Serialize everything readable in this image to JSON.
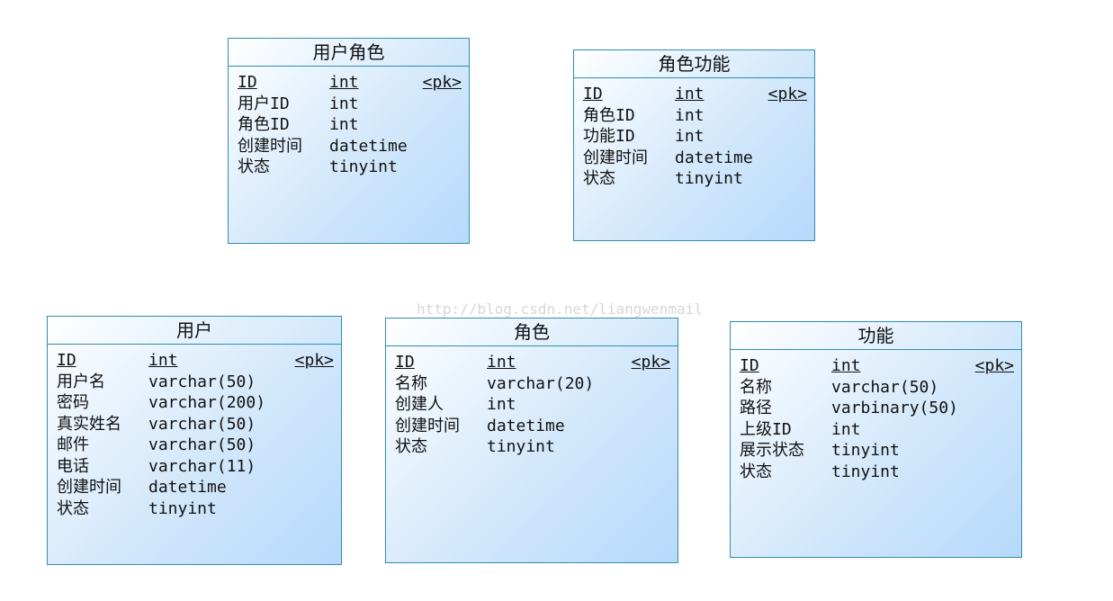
{
  "watermark": "http://blog.csdn.net/liangwenmail",
  "entities": {
    "user_role": {
      "title": "用户角色",
      "fields": [
        {
          "name": "ID",
          "type": "int",
          "key": "<pk>"
        },
        {
          "name": "用户ID",
          "type": "int",
          "key": ""
        },
        {
          "name": "角色ID",
          "type": "int",
          "key": ""
        },
        {
          "name": "创建时间",
          "type": "datetime",
          "key": ""
        },
        {
          "name": "状态",
          "type": "tinyint",
          "key": ""
        }
      ]
    },
    "role_function": {
      "title": "角色功能",
      "fields": [
        {
          "name": "ID",
          "type": "int",
          "key": "<pk>"
        },
        {
          "name": "角色ID",
          "type": "int",
          "key": ""
        },
        {
          "name": "功能ID",
          "type": "int",
          "key": ""
        },
        {
          "name": "创建时间",
          "type": "datetime",
          "key": ""
        },
        {
          "name": "状态",
          "type": "tinyint",
          "key": ""
        }
      ]
    },
    "user": {
      "title": "用户",
      "fields": [
        {
          "name": "ID",
          "type": "int",
          "key": "<pk>"
        },
        {
          "name": "用户名",
          "type": "varchar(50)",
          "key": ""
        },
        {
          "name": "密码",
          "type": "varchar(200)",
          "key": ""
        },
        {
          "name": "真实姓名",
          "type": "varchar(50)",
          "key": ""
        },
        {
          "name": "邮件",
          "type": "varchar(50)",
          "key": ""
        },
        {
          "name": "电话",
          "type": "varchar(11)",
          "key": ""
        },
        {
          "name": "创建时间",
          "type": "datetime",
          "key": ""
        },
        {
          "name": "状态",
          "type": "tinyint",
          "key": ""
        }
      ]
    },
    "role": {
      "title": "角色",
      "fields": [
        {
          "name": "ID",
          "type": "int",
          "key": "<pk>"
        },
        {
          "name": "名称",
          "type": "varchar(20)",
          "key": ""
        },
        {
          "name": "创建人",
          "type": "int",
          "key": ""
        },
        {
          "name": "创建时间",
          "type": "datetime",
          "key": ""
        },
        {
          "name": "状态",
          "type": "tinyint",
          "key": ""
        }
      ]
    },
    "function": {
      "title": "功能",
      "fields": [
        {
          "name": "ID",
          "type": "int",
          "key": "<pk>"
        },
        {
          "name": "名称",
          "type": "varchar(50)",
          "key": ""
        },
        {
          "name": "路径",
          "type": "varbinary(50)",
          "key": ""
        },
        {
          "name": "上级ID",
          "type": "int",
          "key": ""
        },
        {
          "name": "展示状态",
          "type": "tinyint",
          "key": ""
        },
        {
          "name": "状态",
          "type": "tinyint",
          "key": ""
        }
      ]
    }
  }
}
